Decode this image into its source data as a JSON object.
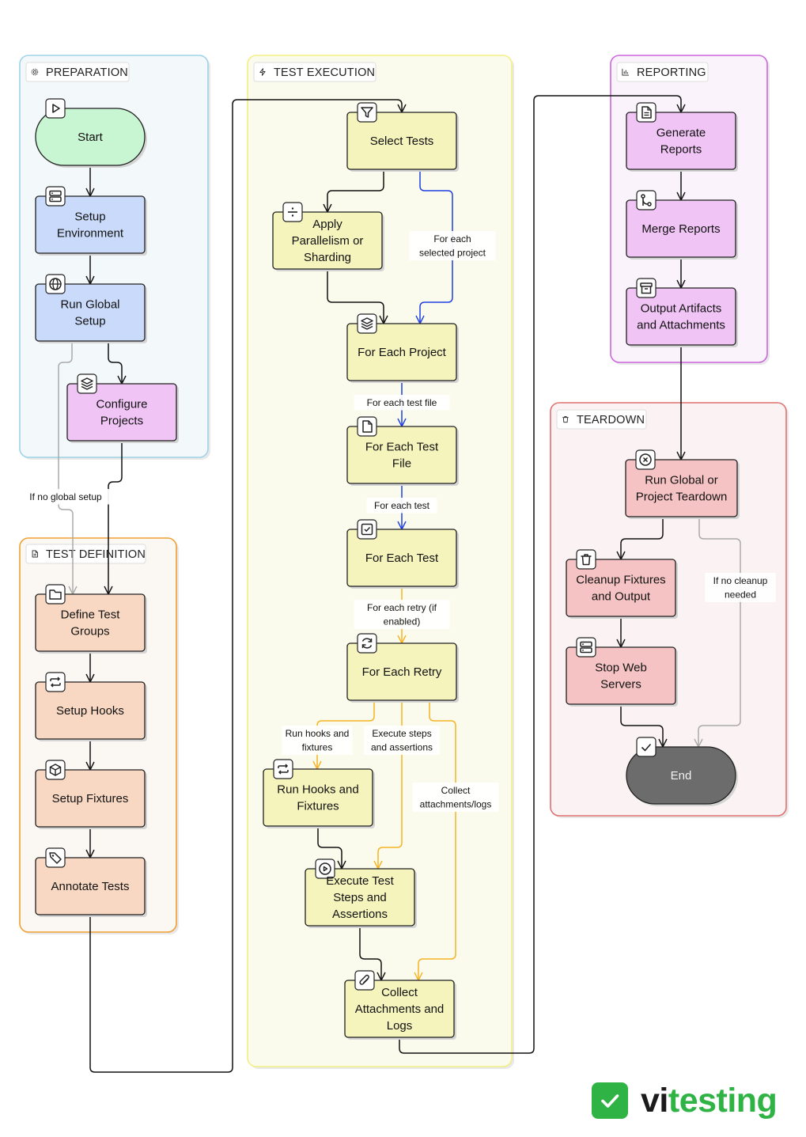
{
  "groups": {
    "preparation": "PREPARATION",
    "test_definition": "TEST DEFINITION",
    "test_execution": "TEST EXECUTION",
    "reporting": "REPORTING",
    "teardown": "TEARDOWN"
  },
  "nodes": {
    "start": [
      "Start"
    ],
    "setup_env": [
      "Setup",
      "Environment"
    ],
    "run_global_setup": [
      "Run Global",
      "Setup"
    ],
    "configure_projects": [
      "Configure",
      "Projects"
    ],
    "define_groups": [
      "Define Test",
      "Groups"
    ],
    "setup_hooks": [
      "Setup Hooks"
    ],
    "setup_fixtures": [
      "Setup Fixtures"
    ],
    "annotate_tests": [
      "Annotate Tests"
    ],
    "select_tests": [
      "Select Tests"
    ],
    "apply_parallelism": [
      "Apply",
      "Parallelism or",
      "Sharding"
    ],
    "for_each_project": [
      "For Each Project"
    ],
    "for_each_file": [
      "For Each Test",
      "File"
    ],
    "for_each_test": [
      "For Each Test"
    ],
    "for_each_retry": [
      "For Each Retry"
    ],
    "run_hooks": [
      "Run Hooks and",
      "Fixtures"
    ],
    "execute_steps": [
      "Execute Test",
      "Steps and",
      "Assertions"
    ],
    "collect": [
      "Collect",
      "Attachments and",
      "Logs"
    ],
    "generate_reports": [
      "Generate",
      "Reports"
    ],
    "merge_reports": [
      "Merge Reports"
    ],
    "output_artifacts": [
      "Output Artifacts",
      "and Attachments"
    ],
    "run_teardown": [
      "Run Global or",
      "Project Teardown"
    ],
    "cleanup": [
      "Cleanup Fixtures",
      "and Output"
    ],
    "stop_servers": [
      "Stop Web",
      "Servers"
    ],
    "end": [
      "End"
    ]
  },
  "edge_labels": {
    "no_global_setup": [
      "If no global setup"
    ],
    "each_selected_project": [
      "For each",
      "selected project"
    ],
    "each_test_file": [
      "For each test file"
    ],
    "each_test": [
      "For each test"
    ],
    "each_retry": [
      "For each retry (if",
      "enabled)"
    ],
    "run_hooks_fixtures": [
      "Run hooks and",
      "fixtures"
    ],
    "execute_steps_assertions": [
      "Execute steps",
      "and assertions"
    ],
    "collect_logs": [
      "Collect",
      "attachments/logs"
    ],
    "no_cleanup": [
      "If no cleanup",
      "needed"
    ]
  },
  "icons": {
    "start": "play-icon",
    "setup_env": "server-icon",
    "run_global_setup": "globe-icon",
    "configure_projects": "layers-icon",
    "define_groups": "folder-icon",
    "setup_hooks": "repeat-icon",
    "setup_fixtures": "package-icon",
    "annotate_tests": "tag-icon",
    "select_tests": "filter-icon",
    "apply_parallelism": "divide-icon",
    "for_each_project": "layers-icon",
    "for_each_file": "file-icon",
    "for_each_test": "checkbox-icon",
    "for_each_retry": "refresh-icon",
    "run_hooks": "repeat-icon",
    "execute_steps": "play-circle-icon",
    "collect": "paperclip-icon",
    "generate_reports": "file-text-icon",
    "merge_reports": "git-merge-icon",
    "output_artifacts": "archive-icon",
    "run_teardown": "x-circle-icon",
    "cleanup": "trash-icon",
    "stop_servers": "server-icon",
    "end": "check-icon",
    "group_preparation": "gear-icon",
    "group_test_definition": "file-text-icon",
    "group_test_execution": "zap-icon",
    "group_reporting": "bar-chart-icon",
    "group_teardown": "trash-icon"
  },
  "colors": {
    "preparation": "#9fd3e6",
    "test_definition": "#f0a033",
    "test_execution": "#f3ef82",
    "reporting": "#cc66dd",
    "teardown": "#e07070",
    "edge_black": "#111111",
    "edge_blue": "#1f3fe0",
    "edge_orange": "#f5b324",
    "edge_gray": "#aaaaaa",
    "brand_green": "#2fb344"
  },
  "brand": {
    "name_dark": "vi",
    "name_green": "testing"
  }
}
